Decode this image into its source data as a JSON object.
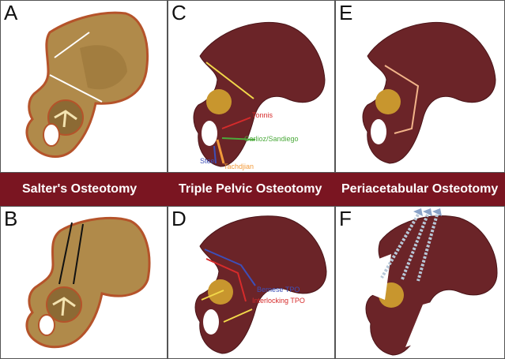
{
  "panels": {
    "a": {
      "letter": "A"
    },
    "b": {
      "letter": "B"
    },
    "c": {
      "letter": "C"
    },
    "d": {
      "letter": "D"
    },
    "e": {
      "letter": "E"
    },
    "f": {
      "letter": "F"
    }
  },
  "bands": {
    "salter": "Salter's Osteotomy",
    "triple": "Triple Pelvic Osteotomy",
    "periacetabular": "Periacetabular Osteotomy"
  },
  "labels_c": {
    "tonnis": "Tonnis",
    "carlioz": "Carlioz/Sandiego",
    "steel": "Steel",
    "tachdjian": "Tachdjian"
  },
  "labels_d": {
    "bernese": "Bernese TPO",
    "interlocking": "Interlocking TPO"
  },
  "colors": {
    "band": "#7a1521",
    "bone_tan": "#b08a4a",
    "bone_dark": "#6b2428",
    "outline": "#b5532a",
    "tonnis": "#d62b2b",
    "carlioz": "#4caa3c",
    "steel": "#3d4fb8",
    "tachdjian": "#f29a3a",
    "bernese": "#3d4fb8",
    "interlocking": "#d62b2b",
    "cut_line": "#f2d84a"
  }
}
